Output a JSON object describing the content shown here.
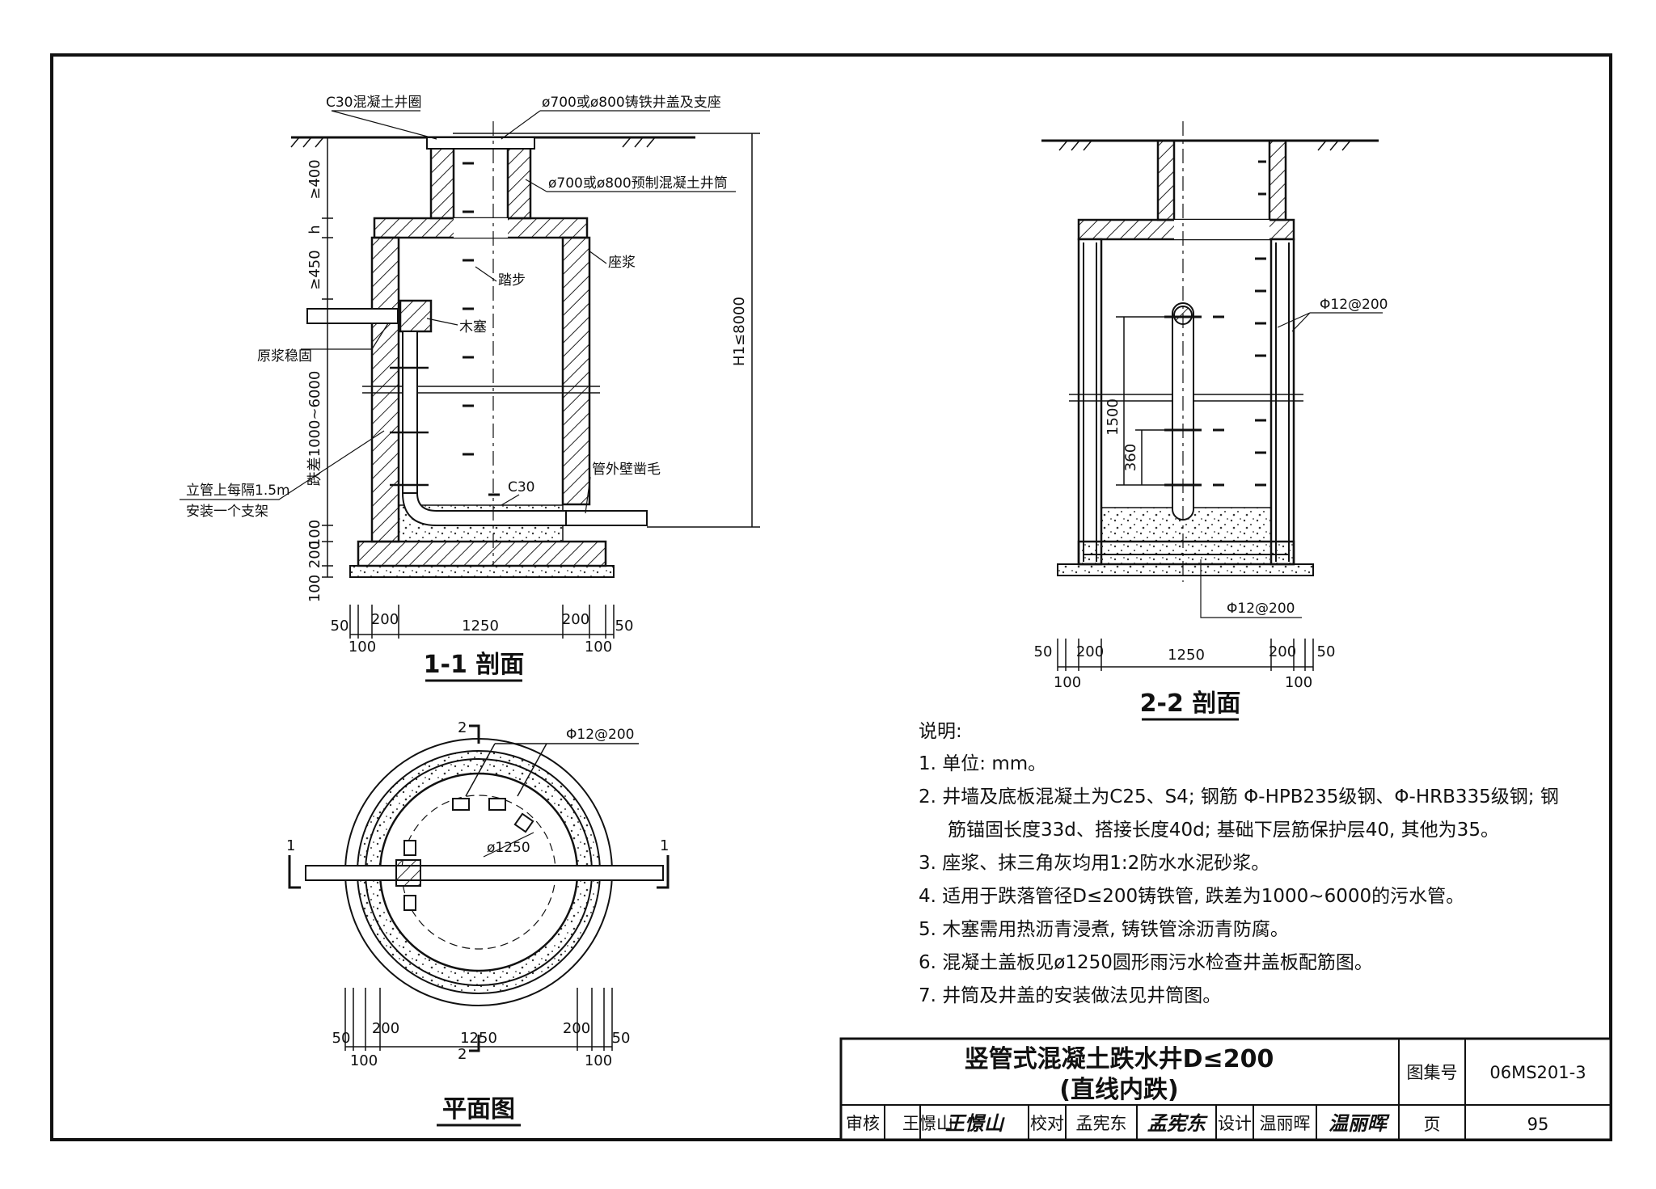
{
  "section_1_1": {
    "title": "1-1 剖面",
    "labels": {
      "ring": "C30混凝土井圈",
      "cover": "ø700或ø800铸铁井盖及支座",
      "shaft": "ø700或ø800预制混凝土井筒",
      "seat_mortar": "座浆",
      "step": "踏步",
      "plug": "木塞",
      "grout_ring": "原浆稳固",
      "bracket_note_1": "立管上每隔1.5m",
      "bracket_note_2": "安装一个支架",
      "c30": "C30",
      "pipe_roughen": "管外壁凿毛"
    },
    "vertical_dims": {
      "d400": "≥400",
      "dh": "h",
      "d450": "≥450",
      "drop": "跌差1000~6000",
      "d100a": "100",
      "d200": "200",
      "d100b": "100",
      "h1": "H1≤8000"
    },
    "bottom_dims": {
      "d50l": "50",
      "d100l": "100",
      "d200l": "200",
      "d1250": "1250",
      "d200r": "200",
      "d100r": "100",
      "d50r": "50"
    }
  },
  "section_2_2": {
    "title": "2-2 剖面",
    "rebar_1": "Φ12@200",
    "rebar_2": "Φ12@200",
    "d1500": "1500",
    "d360": "360",
    "bottom_dims": {
      "d50l": "50",
      "d100l": "100",
      "d200l": "200",
      "d1250": "1250",
      "d200r": "200",
      "d100r": "100",
      "d50r": "50"
    }
  },
  "plan": {
    "title": "平面图",
    "rebar": "Φ12@200",
    "diameter": "ø1250",
    "cut_1": "1",
    "cut_2": "2",
    "bottom_dims": {
      "d50l": "50",
      "d100l": "100",
      "d200l": "200",
      "d1250": "1250",
      "d200r": "200",
      "d100r": "100",
      "d50r": "50"
    }
  },
  "notes": {
    "heading": "说明:",
    "items": [
      "1. 单位: mm。",
      "2. 井墙及底板混凝土为C25、S4; 钢筋 Φ-HPB235级钢、Φ-HRB335级钢; 钢",
      "筋锚固长度33d、搭接长度40d; 基础下层筋保护层40, 其他为35。",
      "3. 座浆、抹三角灰均用1:2防水水泥砂浆。",
      "4. 适用于跌落管径D≤200铸铁管, 跌差为1000~6000的污水管。",
      "5. 木塞需用热沥青浸煮, 铸铁管涂沥青防腐。",
      "6. 混凝土盖板见ø1250圆形雨污水检查井盖板配筋图。",
      "7. 井筒及井盖的安装做法见井筒图。"
    ]
  },
  "title_block": {
    "title_line1": "竖管式混凝土跌水井D≤200",
    "title_line2": "(直线内跌)",
    "atlas_label": "图集号",
    "atlas_no": "06MS201-3",
    "page_label": "页",
    "page_no": "95",
    "review_label": "审核",
    "reviewer": "王憬山",
    "reviewer_sig": "王憬山",
    "check_label": "校对",
    "checker": "孟宪东",
    "checker_sig": "孟宪东",
    "design_label": "设计",
    "designer": "温丽晖",
    "designer_sig": "温丽晖"
  }
}
